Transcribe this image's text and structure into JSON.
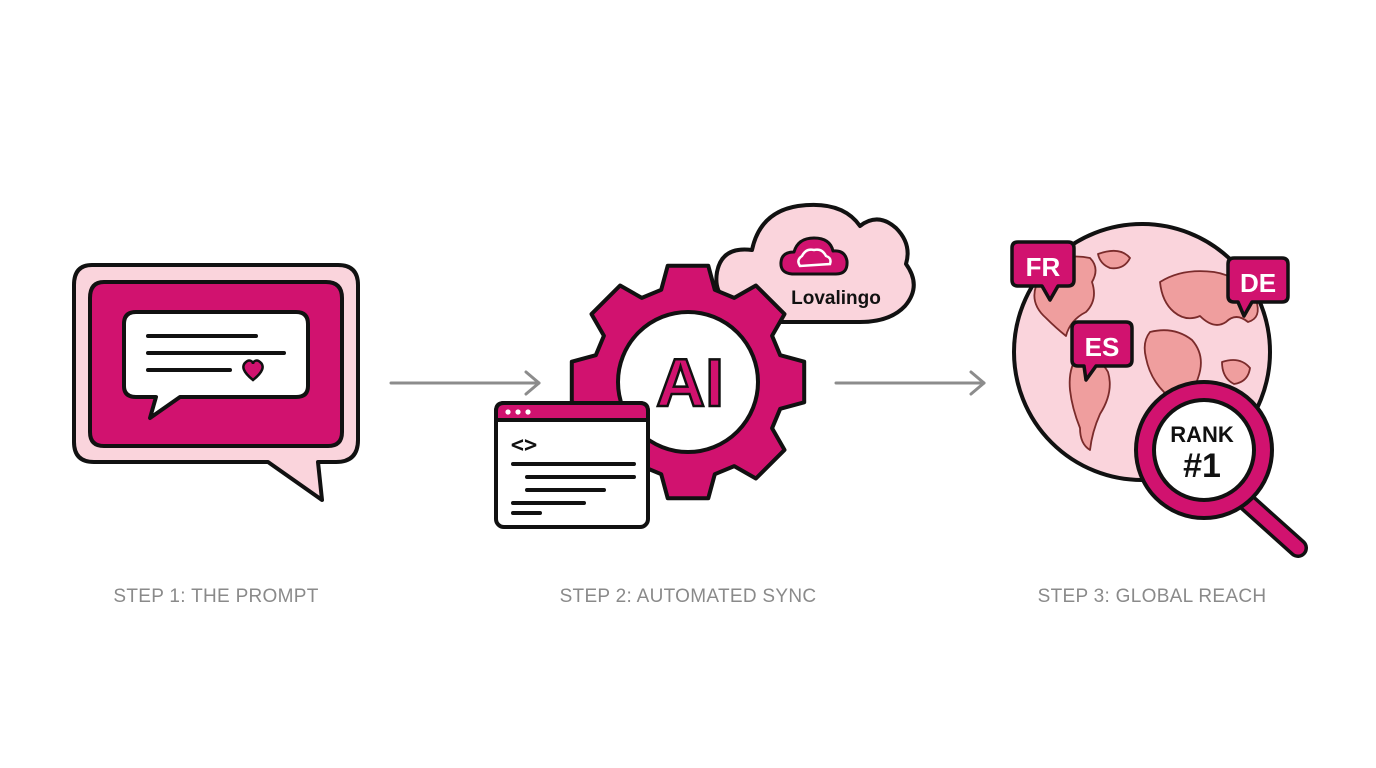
{
  "colors": {
    "magenta": "#d1126f",
    "light_pink": "#fad4dc",
    "map_land": "#ef9e9e",
    "ink": "#111111",
    "arrow": "#8c8c8c",
    "caption": "#8a8a8a"
  },
  "steps": [
    {
      "caption": "STEP 1: THE PROMPT",
      "icon": "chat-bubble-icon"
    },
    {
      "caption": "STEP 2: AUTOMATED SYNC",
      "icon": "gear-icon",
      "gear_label": "AI",
      "cloud_label": "Lovalingo",
      "code_symbol": "<>"
    },
    {
      "caption": "STEP 3: GLOBAL REACH",
      "icon": "globe-icon",
      "languages": [
        "FR",
        "DE",
        "ES"
      ],
      "rank_line1": "RANK",
      "rank_line2": "#1"
    }
  ]
}
